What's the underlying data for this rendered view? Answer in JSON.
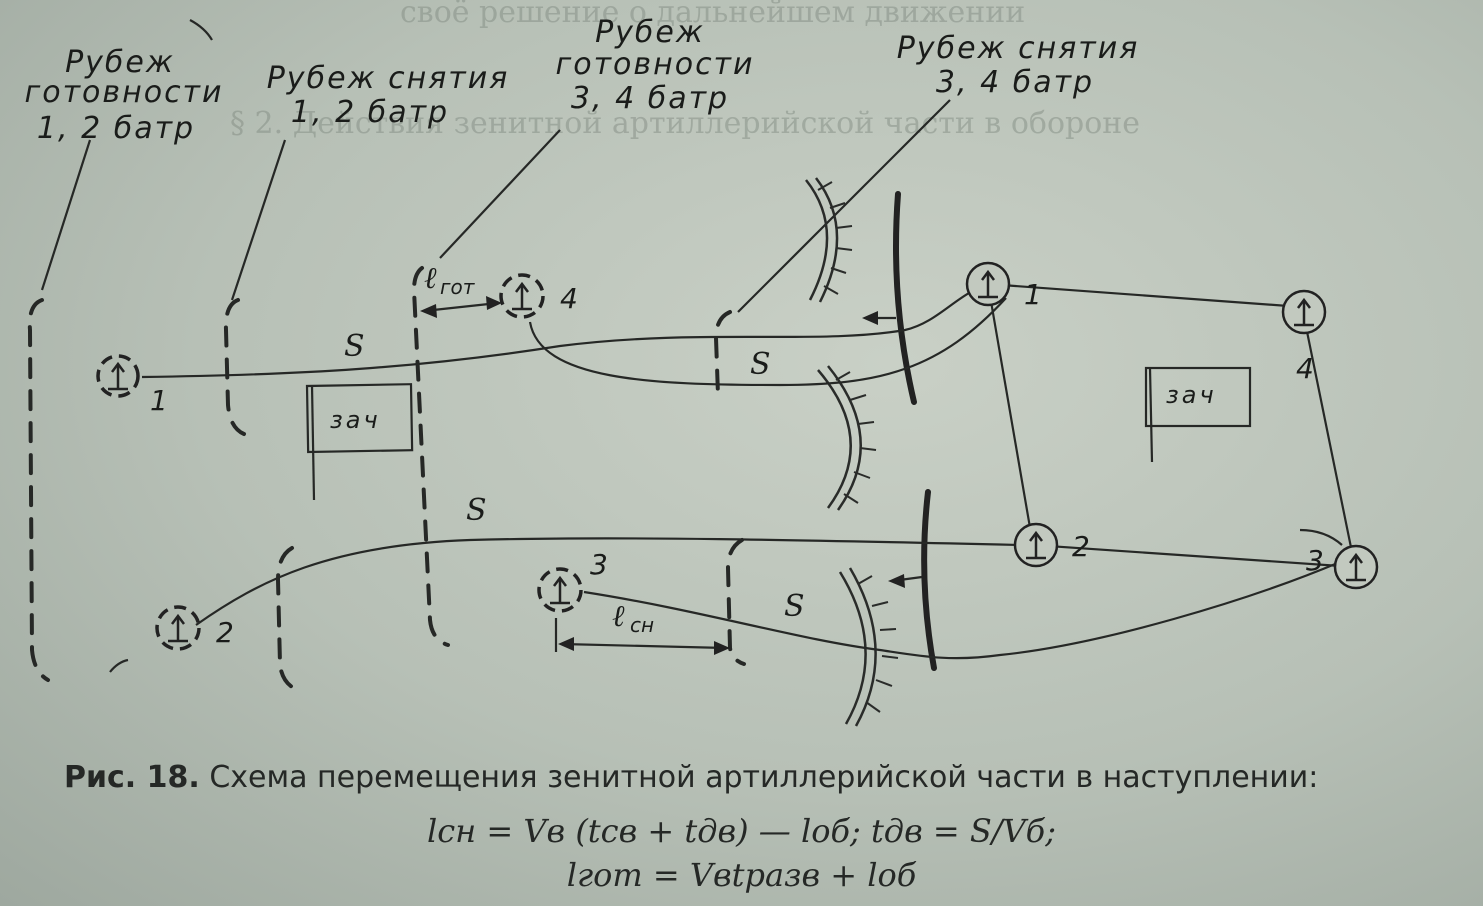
{
  "labels": {
    "readiness_12": [
      "Рубеж",
      "готовности",
      "1, 2 батр"
    ],
    "withdraw_12": [
      "Рубеж снятия",
      "1, 2 батр"
    ],
    "readiness_34": [
      "Рубеж",
      "готовности",
      "3, 4 батр"
    ],
    "withdraw_34": [
      "Рубеж снятия",
      "3, 4 батр"
    ]
  },
  "distance_label": "S",
  "l_got": {
    "main": "ℓ",
    "sub": "гот"
  },
  "l_sn": {
    "main": "ℓ",
    "sub": "сн"
  },
  "zach_label": "зач",
  "battery_numbers": [
    "1",
    "2",
    "3",
    "4"
  ],
  "caption": {
    "fig": "Рис. 18.",
    "text": "Схема перемещения зенитной артиллерийской части в наступлении:",
    "formula_line1": "lсн = Vв (tсв + tдв) — lоб; tдв = S/Vб;",
    "formula_line2": "lгот = Vвtразв + lоб"
  },
  "background_text": {
    "line1": "своё решение о дальнейшем движении",
    "line2": "§ 2. Действия зенитной артиллерийской части в обороне"
  }
}
